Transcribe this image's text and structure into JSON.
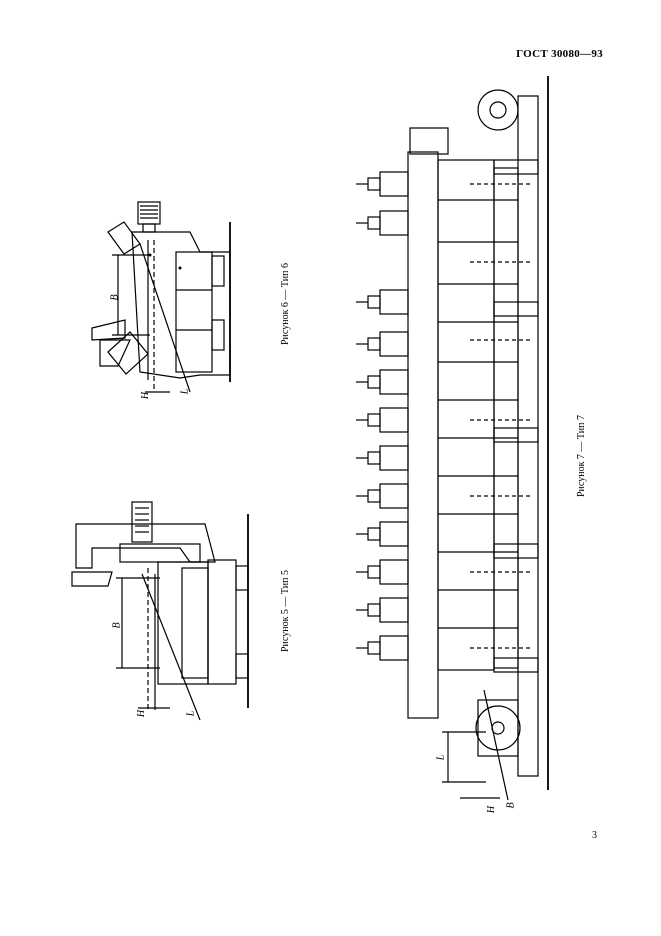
{
  "header": {
    "standard": "ГОСТ 30080—93"
  },
  "page_number": "3",
  "captions": {
    "fig5": "Рисунок 5 — Тип 5",
    "fig6": "Рисунок 6 — Тип 6",
    "fig7": "Рисунок 7 — Тип 7"
  },
  "dimensions": {
    "fig5": {
      "B": "B",
      "H": "H",
      "L": "L"
    },
    "fig6": {
      "B": "B",
      "H": "H",
      "L": "L"
    },
    "fig7": {
      "L": "L",
      "H": "H",
      "B": "B"
    }
  }
}
